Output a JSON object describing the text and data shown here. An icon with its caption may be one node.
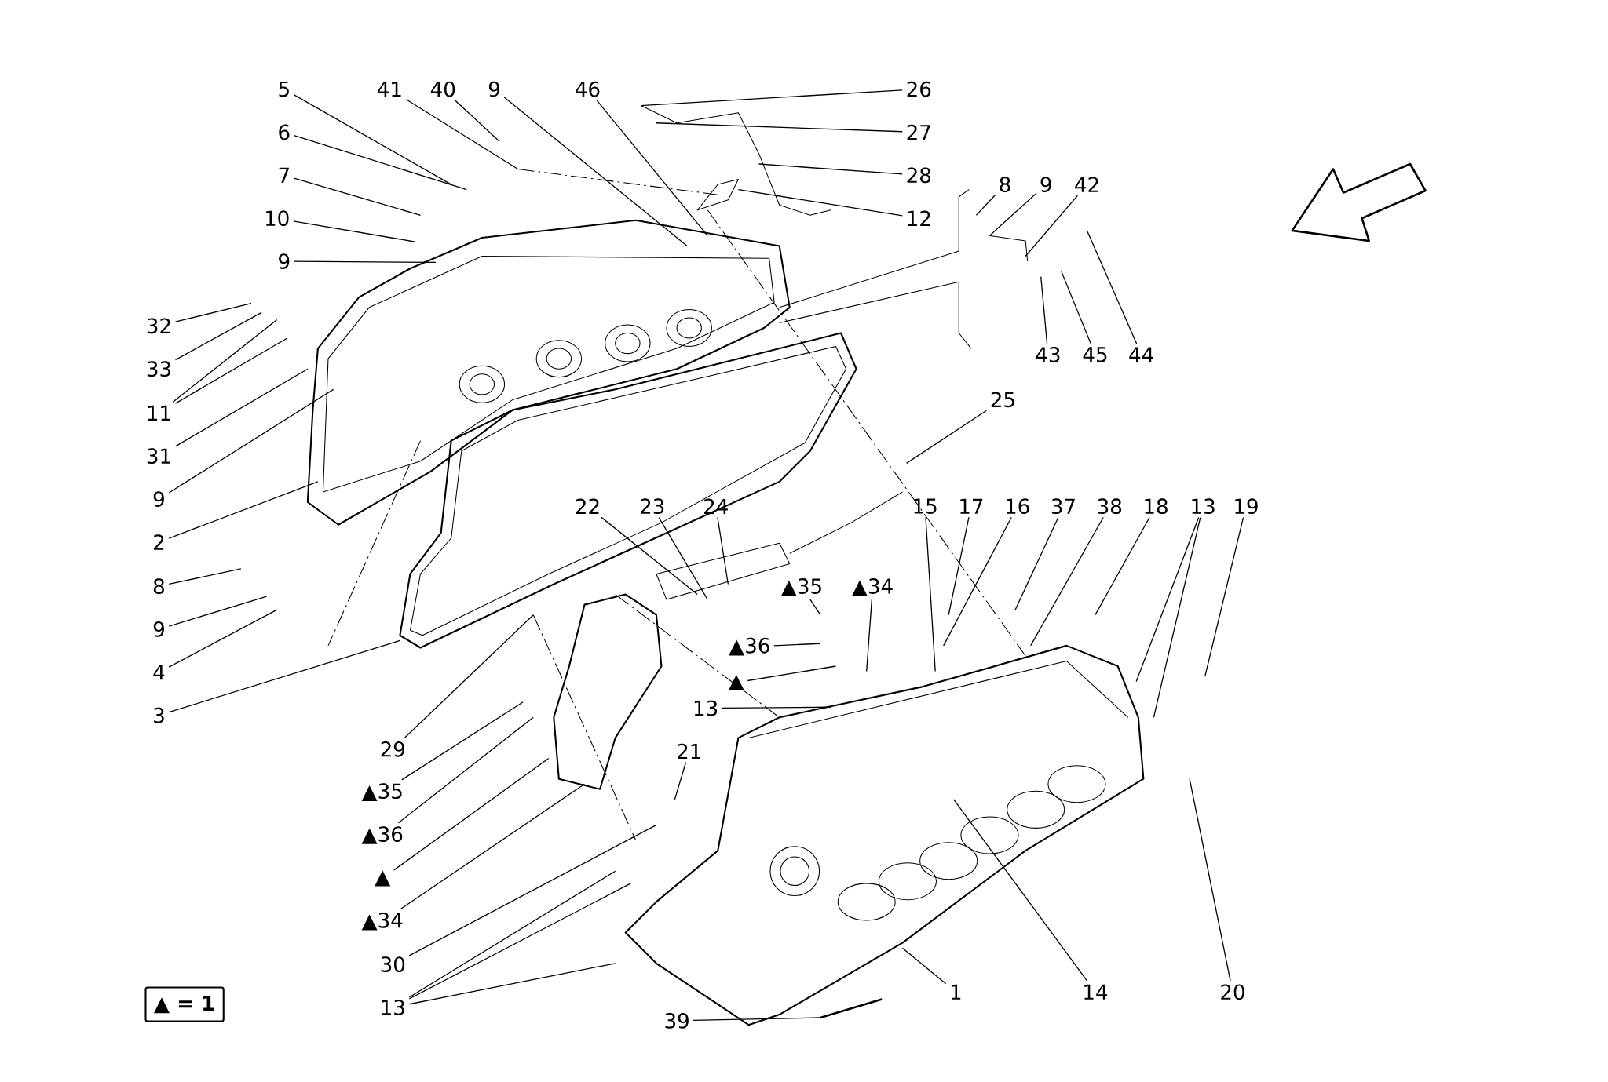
{
  "diagram": {
    "nodes": [
      {
        "text": [
          "5"
        ]
      },
      {
        "text": [
          "41"
        ]
      },
      {
        "text": [
          "40"
        ]
      },
      {
        "text": [
          "9"
        ]
      },
      {
        "text": [
          "46"
        ]
      },
      {
        "text": [
          "26"
        ]
      },
      {
        "text": [
          "6"
        ]
      },
      {
        "text": [
          "27"
        ]
      },
      {
        "text": [
          "7"
        ]
      },
      {
        "text": [
          "28"
        ]
      },
      {
        "text": [
          "8"
        ]
      },
      {
        "text": [
          "9"
        ]
      },
      {
        "text": [
          "42"
        ]
      },
      {
        "text": [
          "10"
        ]
      },
      {
        "text": [
          "12"
        ]
      },
      {
        "text": [
          "9"
        ]
      },
      {
        "text": [
          "32"
        ]
      },
      {
        "text": [
          "43"
        ]
      },
      {
        "text": [
          "45"
        ]
      },
      {
        "text": [
          "44"
        ]
      },
      {
        "text": [
          "33"
        ]
      },
      {
        "text": [
          "25"
        ]
      },
      {
        "text": [
          "11"
        ]
      },
      {
        "text": [
          "31"
        ]
      },
      {
        "text": [
          "9"
        ]
      },
      {
        "text": [
          "22"
        ]
      },
      {
        "text": [
          "23"
        ]
      },
      {
        "text": [
          "24"
        ]
      },
      {
        "text": [
          "15"
        ]
      },
      {
        "text": [
          "17"
        ]
      },
      {
        "text": [
          "16"
        ]
      },
      {
        "text": [
          "37"
        ]
      },
      {
        "text": [
          "38"
        ]
      },
      {
        "text": [
          "18"
        ]
      },
      {
        "text": [
          "13"
        ]
      },
      {
        "text": [
          "19"
        ]
      },
      {
        "text": [
          "2"
        ]
      },
      {
        "text": [
          "8"
        ]
      },
      {
        "text": [
          "▲35"
        ]
      },
      {
        "text": [
          "▲34"
        ]
      },
      {
        "text": [
          "9"
        ]
      },
      {
        "text": [
          "▲36"
        ]
      },
      {
        "text": [
          "4"
        ]
      },
      {
        "text": [
          "▲"
        ]
      },
      {
        "text": [
          "13"
        ]
      },
      {
        "text": [
          "3"
        ]
      },
      {
        "text": [
          "29"
        ]
      },
      {
        "text": [
          "21"
        ]
      },
      {
        "text": [
          "▲35"
        ]
      },
      {
        "text": [
          "▲36"
        ]
      },
      {
        "text": [
          "▲"
        ]
      },
      {
        "text": [
          "▲34"
        ]
      },
      {
        "text": [
          "30"
        ]
      },
      {
        "text": [
          "1"
        ]
      },
      {
        "text": [
          "14"
        ]
      },
      {
        "text": [
          "20"
        ]
      },
      {
        "text": [
          "13"
        ]
      },
      {
        "text": [
          "39"
        ]
      }
    ],
    "edges": [
      {
        "from": 0,
        "to": null,
        "arrow": "none"
      },
      {
        "from": 1,
        "to": null,
        "arrow": "none"
      },
      {
        "from": 2,
        "to": null,
        "arrow": "none"
      },
      {
        "from": 3,
        "to": null,
        "arrow": "none"
      },
      {
        "from": 4,
        "to": null,
        "arrow": "none"
      },
      {
        "from": 5,
        "to": null,
        "arrow": "none"
      },
      {
        "from": 6,
        "to": null,
        "arrow": "none"
      },
      {
        "from": 7,
        "to": null,
        "arrow": "none"
      },
      {
        "from": 8,
        "to": null,
        "arrow": "none"
      },
      {
        "from": 9,
        "to": null,
        "arrow": "none"
      },
      {
        "from": 10,
        "to": null,
        "arrow": "none"
      },
      {
        "from": 11,
        "to": null,
        "arrow": "none"
      },
      {
        "from": 12,
        "to": null,
        "arrow": "none"
      },
      {
        "from": 13,
        "to": null,
        "arrow": "none"
      },
      {
        "from": 14,
        "to": null,
        "arrow": "none"
      },
      {
        "from": 15,
        "to": null,
        "arrow": "none"
      },
      {
        "from": 16,
        "to": null,
        "arrow": "none"
      },
      {
        "from": 17,
        "to": null,
        "arrow": "none"
      },
      {
        "from": 18,
        "to": null,
        "arrow": "none"
      },
      {
        "from": 19,
        "to": null,
        "arrow": "none"
      },
      {
        "from": 20,
        "to": null,
        "arrow": "none"
      },
      {
        "from": 21,
        "to": null,
        "arrow": "none"
      },
      {
        "from": 22,
        "to": null,
        "arrow": "none"
      },
      {
        "from": 22,
        "to": null,
        "arrow": "none"
      },
      {
        "from": 23,
        "to": null,
        "arrow": "none"
      },
      {
        "from": 24,
        "to": null,
        "arrow": "none"
      },
      {
        "from": 25,
        "to": null,
        "arrow": "none"
      },
      {
        "from": 26,
        "to": null,
        "arrow": "none"
      },
      {
        "from": 27,
        "to": null,
        "arrow": "none"
      },
      {
        "from": 28,
        "to": null,
        "arrow": "none"
      },
      {
        "from": 29,
        "to": null,
        "arrow": "none"
      },
      {
        "from": 30,
        "to": null,
        "arrow": "none"
      },
      {
        "from": 31,
        "to": null,
        "arrow": "none"
      },
      {
        "from": 32,
        "to": null,
        "arrow": "none"
      },
      {
        "from": 33,
        "to": null,
        "arrow": "none"
      },
      {
        "from": 34,
        "to": null,
        "arrow": "none"
      },
      {
        "from": 34,
        "to": null,
        "arrow": "none"
      },
      {
        "from": 35,
        "to": null,
        "arrow": "none"
      },
      {
        "from": 36,
        "to": null,
        "arrow": "none"
      },
      {
        "from": 37,
        "to": null,
        "arrow": "none"
      },
      {
        "from": 38,
        "to": null,
        "arrow": "none"
      },
      {
        "from": 39,
        "to": null,
        "arrow": "none"
      },
      {
        "from": 40,
        "to": null,
        "arrow": "none"
      },
      {
        "from": 41,
        "to": null,
        "arrow": "none"
      },
      {
        "from": 42,
        "to": null,
        "arrow": "none"
      },
      {
        "from": 43,
        "to": null,
        "arrow": "none"
      },
      {
        "from": 44,
        "to": null,
        "arrow": "none"
      },
      {
        "from": 45,
        "to": null,
        "arrow": "none"
      },
      {
        "from": 46,
        "to": null,
        "arrow": "none"
      },
      {
        "from": 47,
        "to": null,
        "arrow": "none"
      },
      {
        "from": 48,
        "to": null,
        "arrow": "none"
      },
      {
        "from": 49,
        "to": null,
        "arrow": "none"
      },
      {
        "from": 50,
        "to": null,
        "arrow": "none"
      },
      {
        "from": 51,
        "to": null,
        "arrow": "none"
      },
      {
        "from": 52,
        "to": null,
        "arrow": "none"
      },
      {
        "from": 53,
        "to": null,
        "arrow": "none"
      },
      {
        "from": 54,
        "to": null,
        "arrow": "none"
      },
      {
        "from": 55,
        "to": null,
        "arrow": "none"
      },
      {
        "from": 56,
        "to": null,
        "arrow": "none"
      },
      {
        "from": 56,
        "to": null,
        "arrow": "none"
      },
      {
        "from": 56,
        "to": null,
        "arrow": "none"
      },
      {
        "from": 57,
        "to": null,
        "arrow": "none"
      }
    ],
    "labels": [
      "▲ = 1"
    ]
  }
}
